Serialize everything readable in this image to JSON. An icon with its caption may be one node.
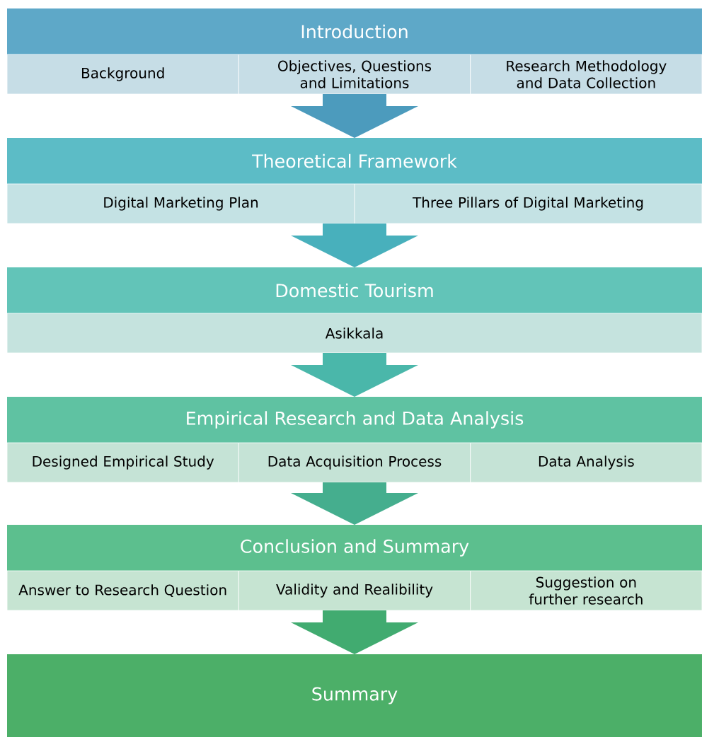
{
  "diagram": {
    "nodes": [
      {
        "text": [
          "Introduction"
        ]
      },
      {
        "text": [
          "Background"
        ]
      },
      {
        "text": [
          "Objectives, Questions and Limitations"
        ]
      },
      {
        "text": [
          "Research Methodology and Data Collection"
        ]
      },
      {
        "text": [
          "Theoretical Framework"
        ]
      },
      {
        "text": [
          "Digital Marketing Plan"
        ]
      },
      {
        "text": [
          "Three Pillars of Digital Marketing"
        ]
      },
      {
        "text": [
          "Domestic Tourism"
        ]
      },
      {
        "text": [
          "Asikkala"
        ]
      },
      {
        "text": [
          "Empirical Research and Data Analysis"
        ]
      },
      {
        "text": [
          "Designed Empirical Study"
        ]
      },
      {
        "text": [
          "Data Acquisition Process"
        ]
      },
      {
        "text": [
          "Data Analysis"
        ]
      },
      {
        "text": [
          "Conclusion and Summary"
        ]
      },
      {
        "text": [
          "Answer to Research Question"
        ]
      },
      {
        "text": [
          "Validity and Realibility"
        ]
      },
      {
        "text": [
          "Suggestion on further research"
        ]
      },
      {
        "text": [
          "Summary"
        ]
      }
    ],
    "edges": [
      {
        "from": 2,
        "to": 4,
        "arrow": "to"
      },
      {
        "from": 6,
        "to": 7,
        "arrow": "to"
      },
      {
        "from": 8,
        "to": 9,
        "arrow": "to"
      },
      {
        "from": 11,
        "to": 13,
        "arrow": "to"
      },
      {
        "from": 15,
        "to": 17,
        "arrow": "to"
      }
    ]
  }
}
